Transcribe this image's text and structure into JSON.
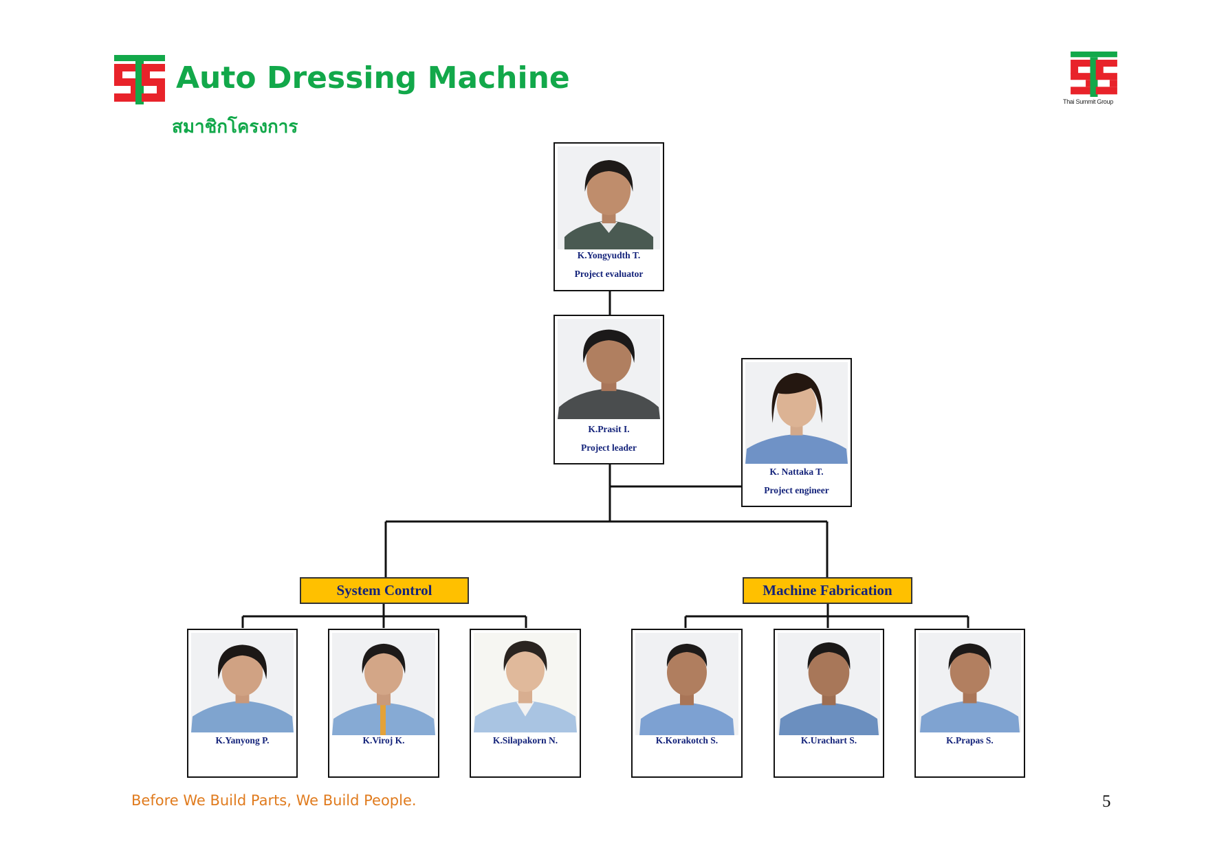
{
  "header": {
    "title": "Auto Dressing Machine",
    "subtitle": "สมาชิกโครงการ",
    "logo_caption": "Thai Summit Group"
  },
  "colors": {
    "brand_green": "#12a84a",
    "brand_red": "#e8232a",
    "team_box": "#ffc000",
    "label_navy": "#14237a",
    "footer_orange": "#e07b1e"
  },
  "members": {
    "evaluator": {
      "name": "K.Yongyudth  T.",
      "role": "Project evaluator",
      "icon": "person-photo"
    },
    "leader": {
      "name": "K.Prasit  I.",
      "role": "Project leader",
      "icon": "person-photo"
    },
    "engineer": {
      "name": "K. Nattaka  T.",
      "role": "Project engineer",
      "icon": "person-photo"
    },
    "system_control": [
      {
        "name": "K.Yanyong  P.",
        "icon": "person-photo"
      },
      {
        "name": "K.Viroj  K.",
        "icon": "person-photo"
      },
      {
        "name": "K.Silapakorn N.",
        "icon": "person-photo"
      }
    ],
    "machine_fabrication": [
      {
        "name": "K.Korakotch  S.",
        "icon": "person-photo"
      },
      {
        "name": "K.Urachart  S.",
        "icon": "person-photo"
      },
      {
        "name": "K.Prapas  S.",
        "icon": "person-photo"
      }
    ]
  },
  "teams": {
    "system_control": "System Control",
    "machine_fabrication": "Machine Fabrication"
  },
  "footer": {
    "slogan": "Before We Build Parts, We Build People.",
    "page_number": "5"
  }
}
